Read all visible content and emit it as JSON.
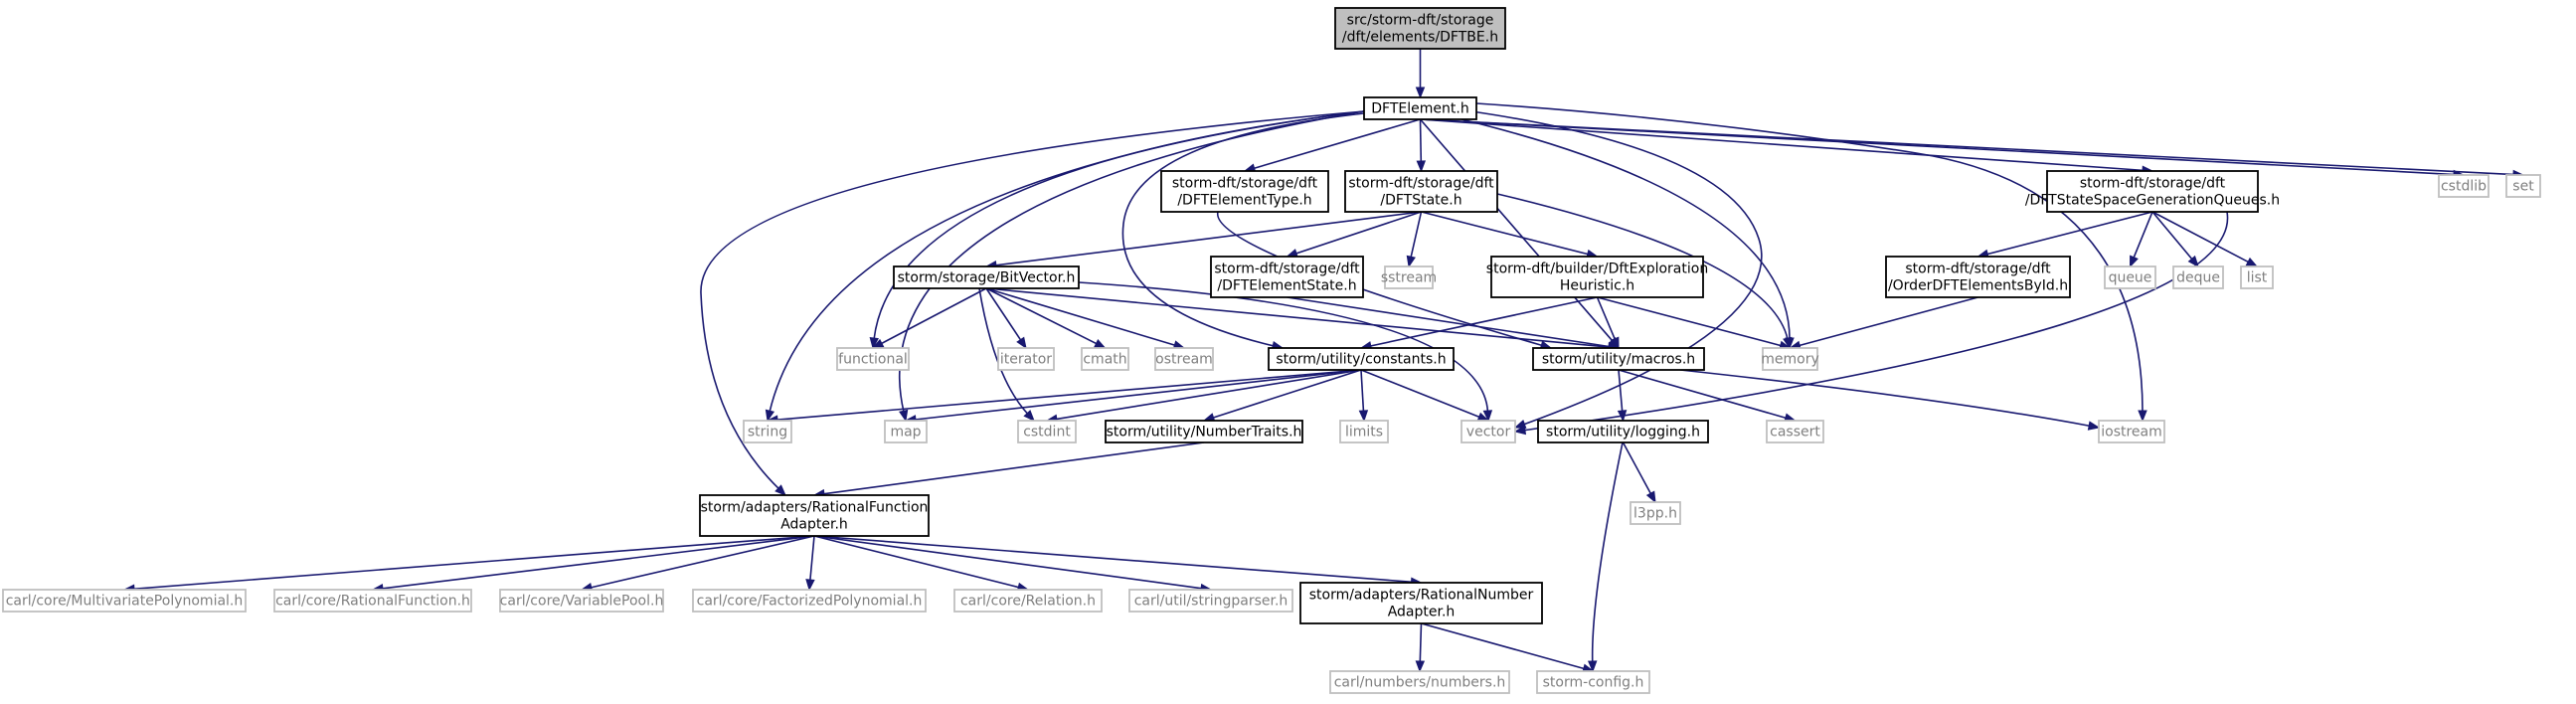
{
  "title": "",
  "colors": {
    "edge": "#191970",
    "focus_fill": "#bfbfbf",
    "focus_stroke": "#000000",
    "file_stroke": "#000000",
    "system_stroke": "#bfbfbf",
    "system_text": "#7f7f7f",
    "background": "#ffffff"
  },
  "nodes": [
    {
      "id": "DFTBE",
      "lines": [
        "src/storm-dft/storage",
        "/dft/elements/DFTBE.h"
      ],
      "kind": "focus"
    },
    {
      "id": "DFTElement",
      "lines": [
        "DFTElement.h"
      ],
      "kind": "file"
    },
    {
      "id": "DFTElementType",
      "lines": [
        "storm-dft/storage/dft",
        "/DFTElementType.h"
      ],
      "kind": "file"
    },
    {
      "id": "DFTState",
      "lines": [
        "storm-dft/storage/dft",
        "/DFTState.h"
      ],
      "kind": "file"
    },
    {
      "id": "SSGQueues",
      "lines": [
        "storm-dft/storage/dft",
        "/DFTStateSpaceGenerationQueues.h"
      ],
      "kind": "file"
    },
    {
      "id": "cstdlib",
      "lines": [
        "cstdlib"
      ],
      "kind": "system"
    },
    {
      "id": "set",
      "lines": [
        "set"
      ],
      "kind": "system"
    },
    {
      "id": "BitVector",
      "lines": [
        "storm/storage/BitVector.h"
      ],
      "kind": "file"
    },
    {
      "id": "DFTElementState",
      "lines": [
        "storm-dft/storage/dft",
        "/DFTElementState.h"
      ],
      "kind": "file"
    },
    {
      "id": "sstream",
      "lines": [
        "sstream"
      ],
      "kind": "system"
    },
    {
      "id": "DftExploration",
      "lines": [
        "storm-dft/builder/DftExploration",
        "Heuristic.h"
      ],
      "kind": "file"
    },
    {
      "id": "OrderDFT",
      "lines": [
        "storm-dft/storage/dft",
        "/OrderDFTElementsById.h"
      ],
      "kind": "file"
    },
    {
      "id": "queue",
      "lines": [
        "queue"
      ],
      "kind": "system"
    },
    {
      "id": "deque",
      "lines": [
        "deque"
      ],
      "kind": "system"
    },
    {
      "id": "list",
      "lines": [
        "list"
      ],
      "kind": "system"
    },
    {
      "id": "functional",
      "lines": [
        "functional"
      ],
      "kind": "system"
    },
    {
      "id": "iterator",
      "lines": [
        "iterator"
      ],
      "kind": "system"
    },
    {
      "id": "cmath",
      "lines": [
        "cmath"
      ],
      "kind": "system"
    },
    {
      "id": "ostream",
      "lines": [
        "ostream"
      ],
      "kind": "system"
    },
    {
      "id": "constants",
      "lines": [
        "storm/utility/constants.h"
      ],
      "kind": "file"
    },
    {
      "id": "macros",
      "lines": [
        "storm/utility/macros.h"
      ],
      "kind": "file"
    },
    {
      "id": "memory",
      "lines": [
        "memory"
      ],
      "kind": "system"
    },
    {
      "id": "string",
      "lines": [
        "string"
      ],
      "kind": "system"
    },
    {
      "id": "map",
      "lines": [
        "map"
      ],
      "kind": "system"
    },
    {
      "id": "cstdint",
      "lines": [
        "cstdint"
      ],
      "kind": "system"
    },
    {
      "id": "NumberTraits",
      "lines": [
        "storm/utility/NumberTraits.h"
      ],
      "kind": "file"
    },
    {
      "id": "limits",
      "lines": [
        "limits"
      ],
      "kind": "system"
    },
    {
      "id": "vector",
      "lines": [
        "vector"
      ],
      "kind": "system"
    },
    {
      "id": "logging",
      "lines": [
        "storm/utility/logging.h"
      ],
      "kind": "file"
    },
    {
      "id": "cassert",
      "lines": [
        "cassert"
      ],
      "kind": "system"
    },
    {
      "id": "iostream",
      "lines": [
        "iostream"
      ],
      "kind": "system"
    },
    {
      "id": "l3pp",
      "lines": [
        "l3pp.h"
      ],
      "kind": "system"
    },
    {
      "id": "RationalFunctionAdapter",
      "lines": [
        "storm/adapters/RationalFunction",
        "Adapter.h"
      ],
      "kind": "file"
    },
    {
      "id": "MultivariatePolynomial",
      "lines": [
        "carl/core/MultivariatePolynomial.h"
      ],
      "kind": "system"
    },
    {
      "id": "RationalFunction",
      "lines": [
        "carl/core/RationalFunction.h"
      ],
      "kind": "system"
    },
    {
      "id": "VariablePool",
      "lines": [
        "carl/core/VariablePool.h"
      ],
      "kind": "system"
    },
    {
      "id": "FactorizedPolynomial",
      "lines": [
        "carl/core/FactorizedPolynomial.h"
      ],
      "kind": "system"
    },
    {
      "id": "Relation",
      "lines": [
        "carl/core/Relation.h"
      ],
      "kind": "system"
    },
    {
      "id": "stringparser",
      "lines": [
        "carl/util/stringparser.h"
      ],
      "kind": "system"
    },
    {
      "id": "RationalNumberAdapter",
      "lines": [
        "storm/adapters/RationalNumber",
        "Adapter.h"
      ],
      "kind": "file"
    },
    {
      "id": "numbers",
      "lines": [
        "carl/numbers/numbers.h"
      ],
      "kind": "system"
    },
    {
      "id": "stormconfig",
      "lines": [
        "storm-config.h"
      ],
      "kind": "system"
    }
  ],
  "edges": [
    [
      "DFTBE",
      "DFTElement"
    ],
    [
      "DFTElement",
      "DFTElementType"
    ],
    [
      "DFTElement",
      "DFTState"
    ],
    [
      "DFTElement",
      "SSGQueues"
    ],
    [
      "DFTElement",
      "cstdlib"
    ],
    [
      "DFTElement",
      "set"
    ],
    [
      "DFTElement",
      "functional"
    ],
    [
      "DFTElement",
      "constants"
    ],
    [
      "DFTElement",
      "macros"
    ],
    [
      "DFTElement",
      "memory"
    ],
    [
      "DFTElement",
      "string"
    ],
    [
      "DFTElement",
      "map"
    ],
    [
      "DFTElement",
      "vector"
    ],
    [
      "DFTElement",
      "iostream"
    ],
    [
      "DFTElement",
      "RationalFunctionAdapter"
    ],
    [
      "DFTElementType",
      "macros"
    ],
    [
      "DFTState",
      "BitVector"
    ],
    [
      "DFTState",
      "DFTElementState"
    ],
    [
      "DFTState",
      "sstream"
    ],
    [
      "DFTState",
      "DftExploration"
    ],
    [
      "DFTState",
      "memory"
    ],
    [
      "SSGQueues",
      "OrderDFT"
    ],
    [
      "SSGQueues",
      "queue"
    ],
    [
      "SSGQueues",
      "deque"
    ],
    [
      "SSGQueues",
      "list"
    ],
    [
      "SSGQueues",
      "vector"
    ],
    [
      "BitVector",
      "functional"
    ],
    [
      "BitVector",
      "iterator"
    ],
    [
      "BitVector",
      "cmath"
    ],
    [
      "BitVector",
      "ostream"
    ],
    [
      "BitVector",
      "cstdint"
    ],
    [
      "BitVector",
      "vector"
    ],
    [
      "BitVector",
      "macros"
    ],
    [
      "DFTElementState",
      "macros"
    ],
    [
      "DftExploration",
      "constants"
    ],
    [
      "DftExploration",
      "macros"
    ],
    [
      "DftExploration",
      "memory"
    ],
    [
      "OrderDFT",
      "memory"
    ],
    [
      "constants",
      "string"
    ],
    [
      "constants",
      "map"
    ],
    [
      "constants",
      "cstdint"
    ],
    [
      "constants",
      "NumberTraits"
    ],
    [
      "constants",
      "limits"
    ],
    [
      "constants",
      "vector"
    ],
    [
      "macros",
      "logging"
    ],
    [
      "macros",
      "cassert"
    ],
    [
      "macros",
      "iostream"
    ],
    [
      "logging",
      "l3pp"
    ],
    [
      "logging",
      "stormconfig"
    ],
    [
      "NumberTraits",
      "RationalFunctionAdapter"
    ],
    [
      "RationalFunctionAdapter",
      "MultivariatePolynomial"
    ],
    [
      "RationalFunctionAdapter",
      "RationalFunction"
    ],
    [
      "RationalFunctionAdapter",
      "VariablePool"
    ],
    [
      "RationalFunctionAdapter",
      "FactorizedPolynomial"
    ],
    [
      "RationalFunctionAdapter",
      "Relation"
    ],
    [
      "RationalFunctionAdapter",
      "stringparser"
    ],
    [
      "RationalFunctionAdapter",
      "RationalNumberAdapter"
    ],
    [
      "RationalNumberAdapter",
      "numbers"
    ],
    [
      "RationalNumberAdapter",
      "stormconfig"
    ]
  ]
}
